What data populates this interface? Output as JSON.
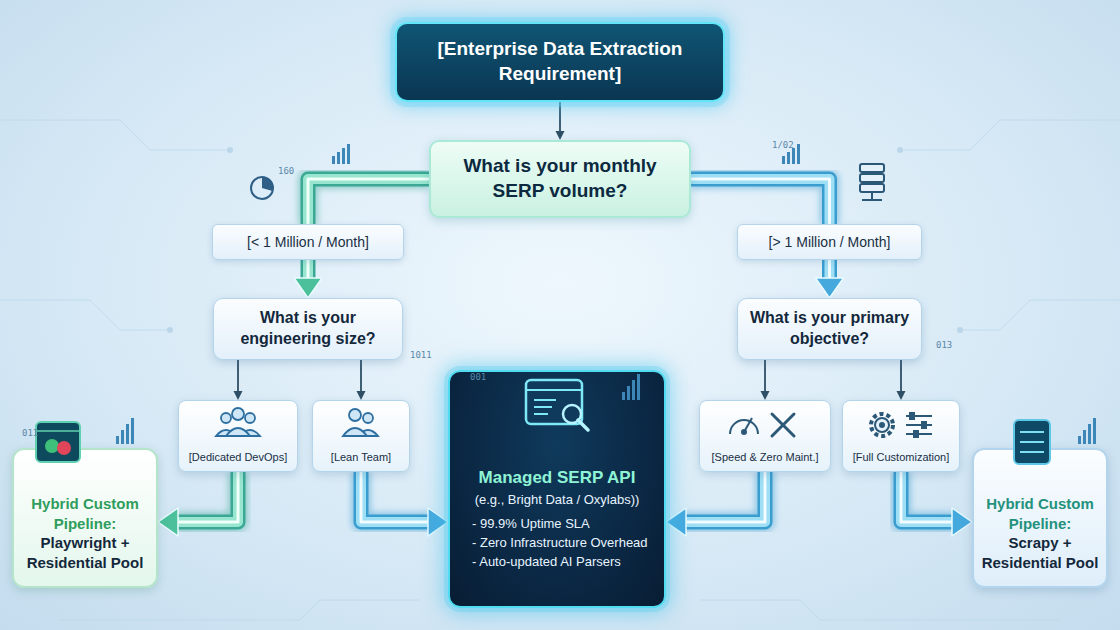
{
  "diagram": {
    "nodes": [
      {
        "text": [
          "[Enterprise Data Extraction Requirement]"
        ]
      },
      {
        "text": [
          "What is your monthly SERP volume?"
        ]
      },
      {
        "text": [
          "[< 1 Million / Month]"
        ]
      },
      {
        "text": [
          "[> 1 Million / Month]"
        ]
      },
      {
        "text": [
          "What is your engineering size?"
        ]
      },
      {
        "text": [
          "What is your primary objective?"
        ]
      },
      {
        "text": [
          "Hybrid Custom Pipeline:",
          "Playwright + Residential Pool"
        ]
      },
      {
        "text": [
          "[Dedicated DevOps]"
        ]
      },
      {
        "text": [
          "[Lean Team]"
        ]
      },
      {
        "text": [
          "Managed SERP API",
          "(e.g., Bright Data / Oxylabs))",
          "- 99.9% Uptime SLA",
          "- Zero Infrastructure Overhead",
          "- Auto-updated AI Parsers"
        ]
      },
      {
        "text": [
          "[Speed & Zero Maint.]"
        ]
      },
      {
        "text": [
          "[Full Customization]"
        ]
      },
      {
        "text": [
          "Hybrid Custom Pipeline:",
          "Scrapy + Residential Pool"
        ]
      }
    ],
    "edges": [
      {
        "from": 0,
        "to": 1,
        "arrow": "to"
      },
      {
        "from": 1,
        "to": 2,
        "arrow": "none"
      },
      {
        "from": 2,
        "to": 4,
        "arrow": "to"
      },
      {
        "from": 1,
        "to": 3,
        "arrow": "none"
      },
      {
        "from": 3,
        "to": 5,
        "arrow": "to"
      },
      {
        "from": 4,
        "to": 7,
        "arrow": "to"
      },
      {
        "from": 4,
        "to": 8,
        "arrow": "to"
      },
      {
        "from": 5,
        "to": 10,
        "arrow": "to"
      },
      {
        "from": 5,
        "to": 11,
        "arrow": "to"
      },
      {
        "from": 7,
        "to": 6,
        "arrow": "to"
      },
      {
        "from": 8,
        "to": 9,
        "arrow": "to"
      },
      {
        "from": 10,
        "to": 9,
        "arrow": "to"
      },
      {
        "from": 11,
        "to": 12,
        "arrow": "to"
      }
    ],
    "labels": [
      "160",
      "1/02",
      "001",
      "1011",
      "013",
      "011"
    ]
  }
}
